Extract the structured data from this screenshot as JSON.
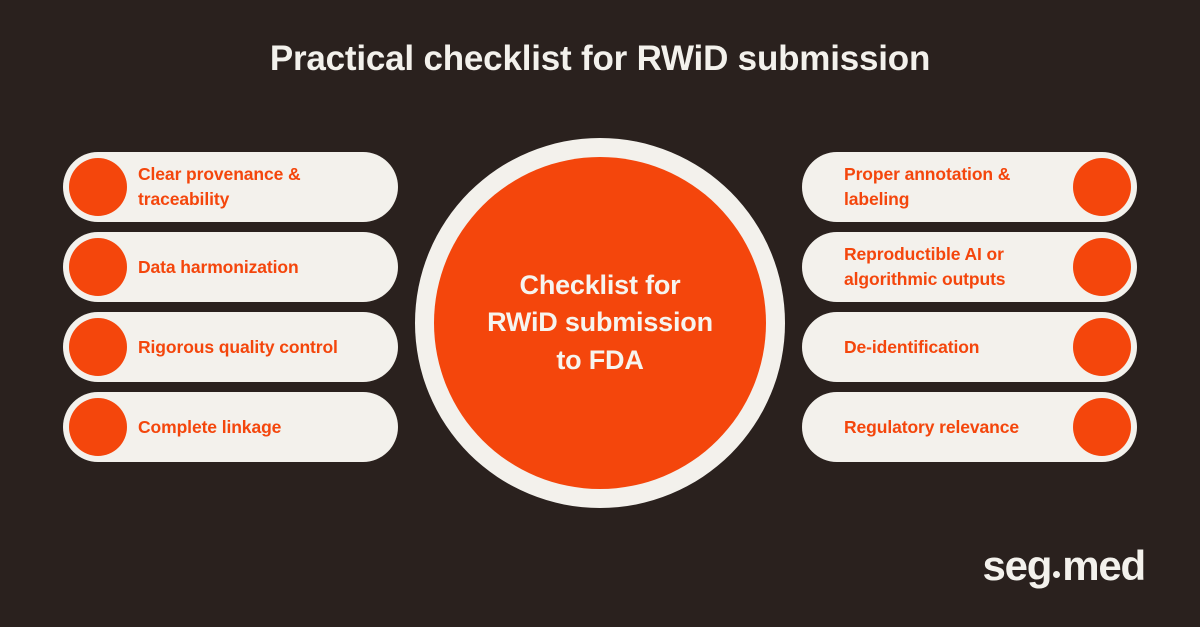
{
  "colors": {
    "background": "#2A211E",
    "cream": "#F3F1EC",
    "accent_orange": "#F4460C",
    "title_text": "#F3F1EC"
  },
  "header": {
    "title": "Practical checklist for RWiD submission"
  },
  "center": {
    "label": "Checklist for\nRWiD submission\nto FDA"
  },
  "left_column": {
    "items": [
      {
        "label": "Clear provenance & traceability",
        "marker": "bullet-dot-icon"
      },
      {
        "label": "Data harmonization",
        "marker": "bullet-dot-icon"
      },
      {
        "label": "Rigorous quality control",
        "marker": "bullet-dot-icon"
      },
      {
        "label": "Complete linkage",
        "marker": "bullet-dot-icon"
      }
    ]
  },
  "right_column": {
    "items": [
      {
        "label": "Proper annotation & labeling",
        "marker": "bullet-dot-icon"
      },
      {
        "label": "Reproductible AI or algorithmic outputs",
        "marker": "bullet-dot-icon"
      },
      {
        "label": "De-identification",
        "marker": "bullet-dot-icon"
      },
      {
        "label": "Regulatory relevance",
        "marker": "bullet-dot-icon"
      }
    ]
  },
  "brand": {
    "name_first": "seg",
    "name_last": "med",
    "separator": "brand-dot-icon"
  }
}
